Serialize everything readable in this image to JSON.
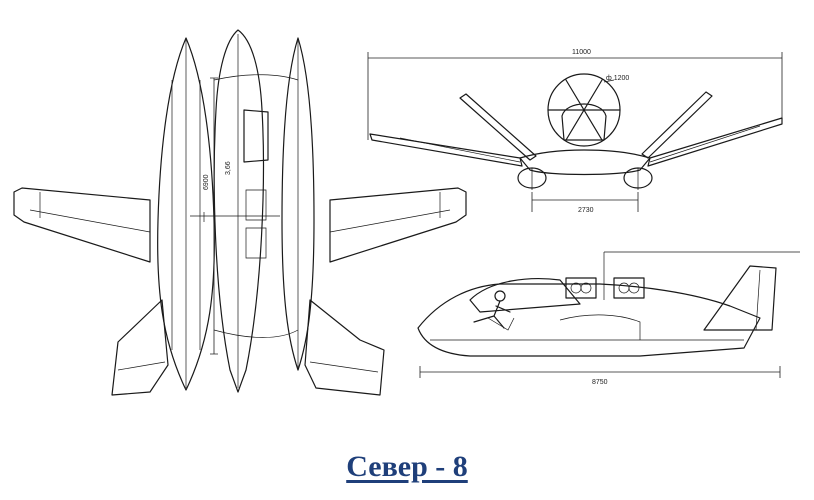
{
  "caption": "Север - 8",
  "dimensions": {
    "span": "11000",
    "prop_diameter": "ф 1200",
    "float_track": "2730",
    "length": "8750",
    "plan_length": "6900",
    "plan_inner": "3,66"
  },
  "colors": {
    "caption": "#1f3f7a",
    "line": "#1a1a1a"
  }
}
